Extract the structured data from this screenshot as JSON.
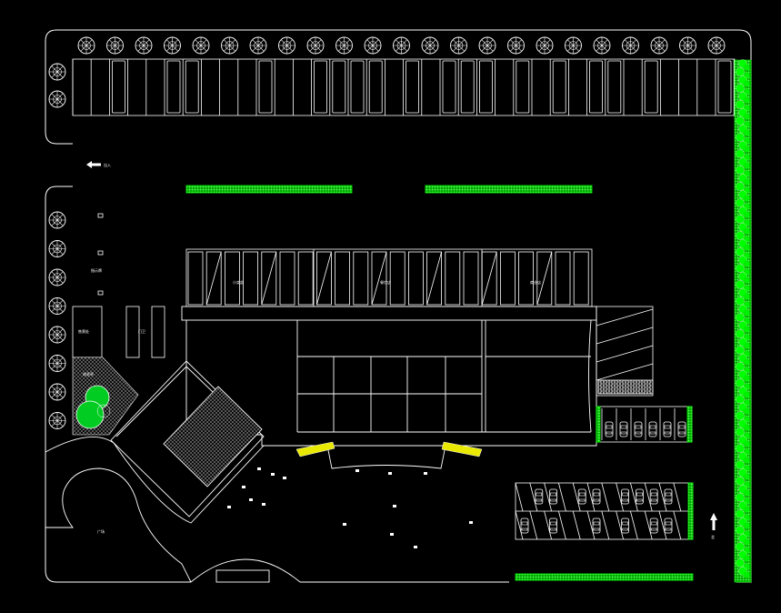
{
  "drawing": {
    "colors": {
      "background": "#000000",
      "line": "#ffffff",
      "vegetation": "#00ff00",
      "canopy": "#00cc22",
      "accent": "#e8e800",
      "hatch": "#8a8a8a"
    },
    "symbols": {
      "tree": "tree-symbol-icon",
      "car": "car-icon",
      "north": "arrow-up-icon",
      "entry": "arrow-left-icon"
    },
    "labels": {
      "entrance": "出入",
      "north": "北",
      "store_a": "小卖部",
      "store_b": "餐饮店",
      "store_c": "商业店",
      "kiosk": "售票处",
      "gate": "门卫",
      "plaza": "广场",
      "sign": "指示牌",
      "pavilion": "休息亭"
    }
  }
}
